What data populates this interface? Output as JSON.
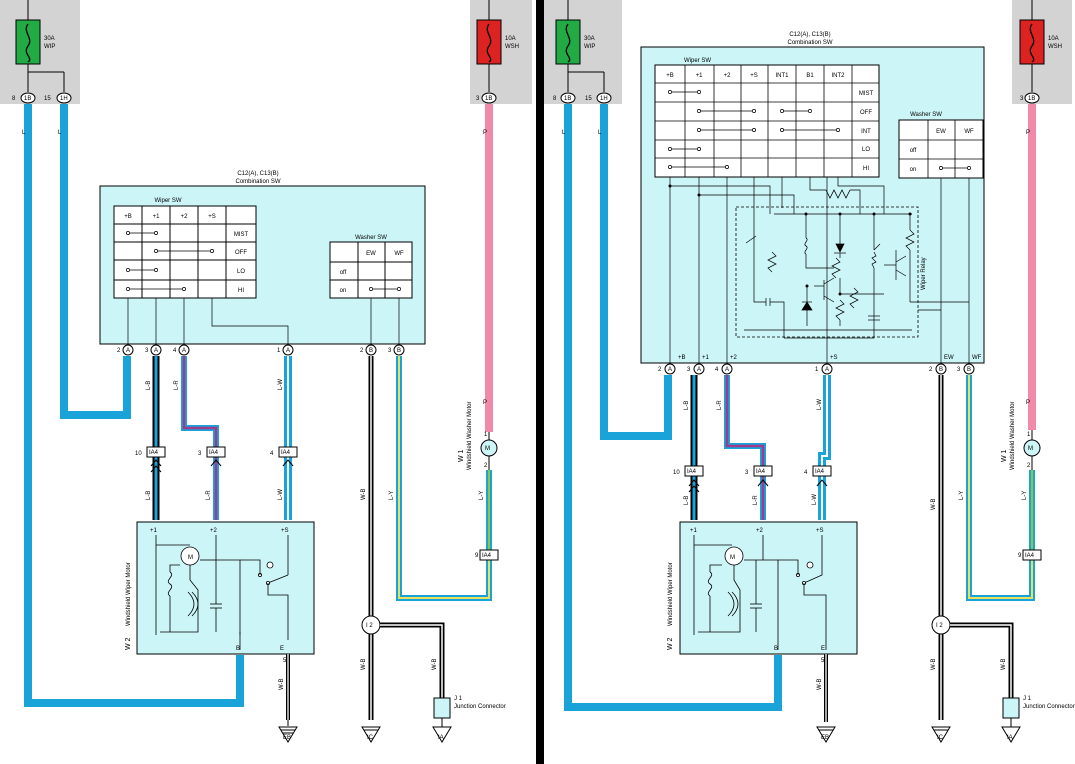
{
  "left": {
    "fuse_wip": {
      "rating": "30A",
      "name": "WIP"
    },
    "fuse_wsh": {
      "rating": "10A",
      "name": "WSH"
    },
    "conn_top": {
      "p8": "8",
      "p8c": "1B",
      "p15": "15",
      "p15c": "1H",
      "p3": "3",
      "p3c": "1B"
    },
    "combo_title": "C12(A), C13(B)",
    "combo_subtitle": "Combination SW",
    "wiper_sw": {
      "title": "Wiper SW",
      "cols": [
        "+B",
        "+1",
        "+2",
        "+S"
      ],
      "rows": [
        "MIST",
        "OFF",
        "LO",
        "HI"
      ]
    },
    "washer_sw": {
      "title": "Washer SW",
      "cols": [
        "EW",
        "WF"
      ],
      "rows": [
        "off",
        "on"
      ]
    },
    "pins": [
      {
        "n": "2",
        "c": "A"
      },
      {
        "n": "3",
        "c": "A"
      },
      {
        "n": "4",
        "c": "A"
      },
      {
        "n": "1",
        "c": "A"
      },
      {
        "n": "2",
        "c": "B"
      },
      {
        "n": "3",
        "c": "B"
      }
    ],
    "wires": {
      "lb": "L-B",
      "lr": "L-R",
      "lw": "L-W",
      "wb": "W-B",
      "ly": "L-Y",
      "p": "P",
      "l": "L"
    },
    "ia4": "IA4",
    "ia4_pins": [
      "10",
      "3",
      "4",
      "9"
    ],
    "motor_id": "W 2",
    "motor_name": "Windshield Wiper Motor",
    "motor_terms": [
      "+1",
      "+2",
      "+S",
      "B",
      "E"
    ],
    "washer_id": "W 1",
    "washer_name": "Windshield Washer Motor",
    "washer_pins": [
      "1",
      "2"
    ],
    "m_label": "M",
    "i2": "I 2",
    "junction": {
      "id": "J 1",
      "name": "Junction Connector"
    },
    "pin5": "5",
    "grounds": [
      "EB",
      "IC",
      "IA"
    ]
  },
  "right": {
    "combo_title": "C12(A), C13(B)",
    "combo_subtitle": "Combination SW",
    "wiper_sw": {
      "title": "Wiper SW",
      "cols": [
        "+B",
        "+1",
        "+2",
        "+S",
        "INT1",
        "B1",
        "INT2"
      ],
      "rows": [
        "MIST",
        "OFF",
        "INT",
        "LO",
        "HI"
      ]
    },
    "washer_sw": {
      "title": "Washer SW",
      "cols": [
        "EW",
        "WF"
      ],
      "rows": [
        "off",
        "on"
      ]
    },
    "relay": "Wiper Relay",
    "bottom_terms": [
      "+B",
      "+1",
      "+2",
      "+S",
      "EW",
      "WF"
    ]
  }
}
